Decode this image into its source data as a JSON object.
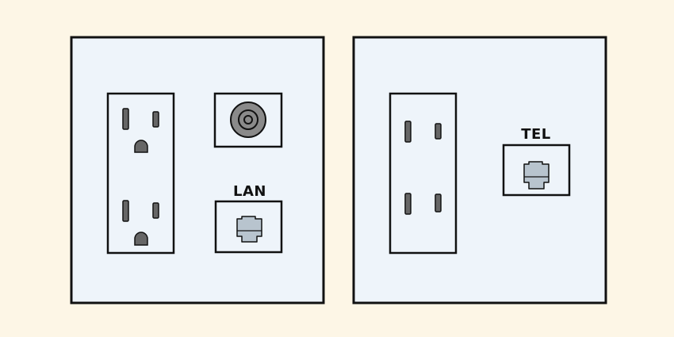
{
  "colors": {
    "background": "#fdf6e6",
    "plate_fill": "#eef4fa",
    "outline": "#111111",
    "slot_fill": "#666666",
    "jack_fill": "#b8c4ce",
    "coax_outer": "#8a8a8a"
  },
  "left_plate": {
    "outlet": "duplex-grounded-outlet",
    "coax": "coaxial-tv-jack",
    "lan_label": "LAN"
  },
  "right_plate": {
    "outlet": "duplex-two-prong-outlet",
    "tel_label": "TEL"
  }
}
